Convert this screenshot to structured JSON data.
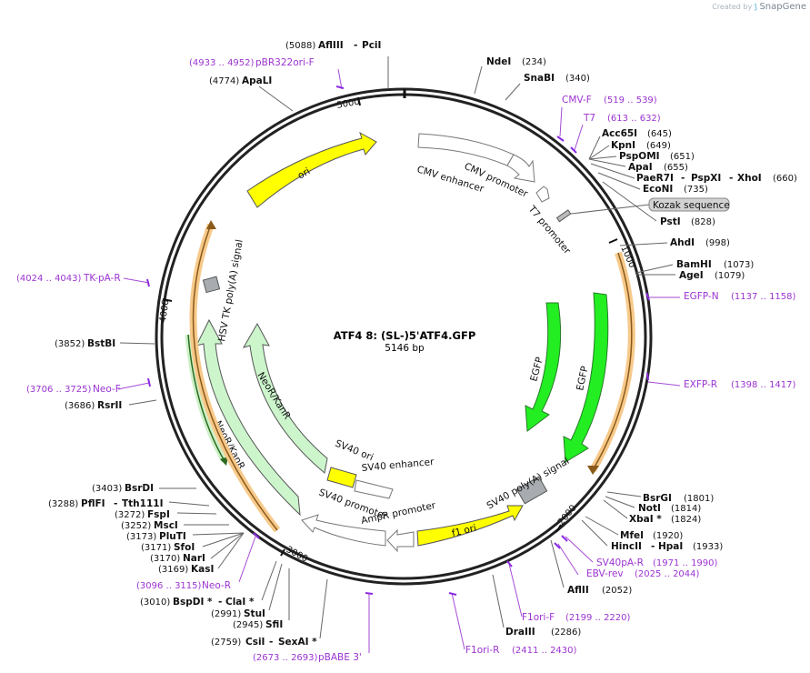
{
  "watermark": {
    "prefix": "Created by",
    "brand": "SnapGene"
  },
  "plasmid": {
    "name": "ATF4 8: (SL-)5'ATF4.GFP",
    "size": "5146 bp"
  },
  "ruler": {
    "t1000": "1000",
    "t2000": "2000",
    "t3000": "3000",
    "t4000": "4000",
    "t5000": "5000"
  },
  "features": {
    "cmv_enhancer": "CMV enhancer",
    "cmv_promoter": "CMV promoter",
    "t7_promoter": "T7 promoter",
    "kozak": "Kozak sequence",
    "egfp1": "EGFP",
    "egfp2": "EGFP",
    "sv40_polya": "SV40 poly(A) signal",
    "f1_ori": "f1 ori",
    "ampr_promoter": "AmpR promoter",
    "sv40_promoter": "SV40 promoter",
    "sv40_enhancer": "SV40 enhancer",
    "sv40_ori": "SV40 ori",
    "neor1": "NeoR/KanR",
    "neor2": "NeoR/KanR",
    "hsv_tk": "HSV TK poly(A) signal",
    "ori": "ori"
  },
  "sites": {
    "ndei": {
      "name": "NdeI",
      "pos": "(234)"
    },
    "snabi": {
      "name": "SnaBI",
      "pos": "(340)"
    },
    "acc65i": {
      "name": "Acc65I",
      "pos": "(645)"
    },
    "kpni": {
      "name": "KpnI",
      "pos": "(649)"
    },
    "pspomi": {
      "name": "PspOMI",
      "pos": "(651)"
    },
    "apai": {
      "name": "ApaI",
      "pos": "(655)"
    },
    "paer7i": {
      "name": "PaeR7I",
      "sep1": "-",
      "name2": "PspXI",
      "sep2": "-",
      "name3": "XhoI",
      "pos": "(660)"
    },
    "econi": {
      "name": "EcoNI",
      "pos": "(735)"
    },
    "psti": {
      "name": "PstI",
      "pos": "(828)"
    },
    "ahdi": {
      "name": "AhdI",
      "pos": "(998)"
    },
    "bamhi": {
      "name": "BamHI",
      "pos": "(1073)"
    },
    "agei": {
      "name": "AgeI",
      "pos": "(1079)"
    },
    "bsrgi": {
      "name": "BsrGI",
      "pos": "(1801)"
    },
    "noti": {
      "name": "NotI",
      "pos": "(1814)"
    },
    "xbai": {
      "name": "XbaI *",
      "pos": "(1824)"
    },
    "mfei": {
      "name": "MfeI",
      "pos": "(1920)"
    },
    "hincii": {
      "name": "HincII",
      "sep": "-",
      "name2": "HpaI",
      "pos": "(1933)"
    },
    "aflii": {
      "name": "AflII",
      "pos": "(2052)"
    },
    "draiii": {
      "name": "DraIII",
      "pos": "(2286)"
    },
    "csii": {
      "name": "CsiI",
      "sep": "-",
      "name2": "SexAI *",
      "pos": "(2759)"
    },
    "sfii": {
      "name": "SfiI",
      "pos": "(2945)"
    },
    "stui": {
      "name": "StuI",
      "pos": "(2991)"
    },
    "bspdi": {
      "name": "BspDI *",
      "sep": "-",
      "name2": "ClaI *",
      "pos": "(3010)"
    },
    "kasi": {
      "name": "KasI",
      "pos": "(3169)"
    },
    "nari": {
      "name": "NarI",
      "pos": "(3170)"
    },
    "sfoi": {
      "name": "SfoI",
      "pos": "(3171)"
    },
    "pluti": {
      "name": "PluTI",
      "pos": "(3173)"
    },
    "msci": {
      "name": "MscI",
      "pos": "(3252)"
    },
    "fspi": {
      "name": "FspI",
      "pos": "(3272)"
    },
    "pflfi": {
      "name": "PflFI",
      "sep": "-",
      "name2": "Tth111I",
      "pos": "(3288)"
    },
    "bsrdi": {
      "name": "BsrDI",
      "pos": "(3403)"
    },
    "rsrii": {
      "name": "RsrII",
      "pos": "(3686)"
    },
    "bstbi": {
      "name": "BstBI",
      "pos": "(3852)"
    },
    "apali": {
      "name": "ApaLI",
      "pos": "(4774)"
    },
    "aflii_pcii": {
      "pos": "(5088)",
      "name": "AflIII",
      "sep": "-",
      "name2": "PciI"
    }
  },
  "primers": {
    "pbr322ori_f": {
      "range": "(4933 .. 4952)",
      "name": "pBR322ori-F"
    },
    "cmv_f": {
      "name": "CMV-F",
      "range": "(519 .. 539)"
    },
    "t7": {
      "name": "T7",
      "range": "(613 .. 632)"
    },
    "egfp_n": {
      "name": "EGFP-N",
      "range": "(1137 .. 1158)"
    },
    "exfp_r": {
      "name": "EXFP-R",
      "range": "(1398 .. 1417)"
    },
    "sv40pa_r": {
      "name": "SV40pA-R",
      "range": "(1971 .. 1990)"
    },
    "ebv_rev": {
      "name": "EBV-rev",
      "range": "(2025 .. 2044)"
    },
    "f1ori_f": {
      "name": "F1ori-F",
      "range": "(2199 .. 2220)"
    },
    "f1ori_r": {
      "name": "F1ori-R",
      "range": "(2411 .. 2430)"
    },
    "pbabe3": {
      "range": "(2673 .. 2693)",
      "name": "pBABE 3'"
    },
    "neo_r": {
      "range": "(3096 .. 3115)",
      "name": "Neo-R"
    },
    "neo_f": {
      "range": "(3706 .. 3725)",
      "name": "Neo-F"
    },
    "tk_pa_r": {
      "range": "(4024 .. 4043)",
      "name": "TK-pA-R"
    }
  },
  "colors": {
    "yellow": "#ffff00",
    "green": "#22ee22",
    "lightgreen": "#ccf5cc",
    "orange": "#f5a623",
    "primer": "#9b34d0",
    "grey": "#a8a8a8"
  }
}
